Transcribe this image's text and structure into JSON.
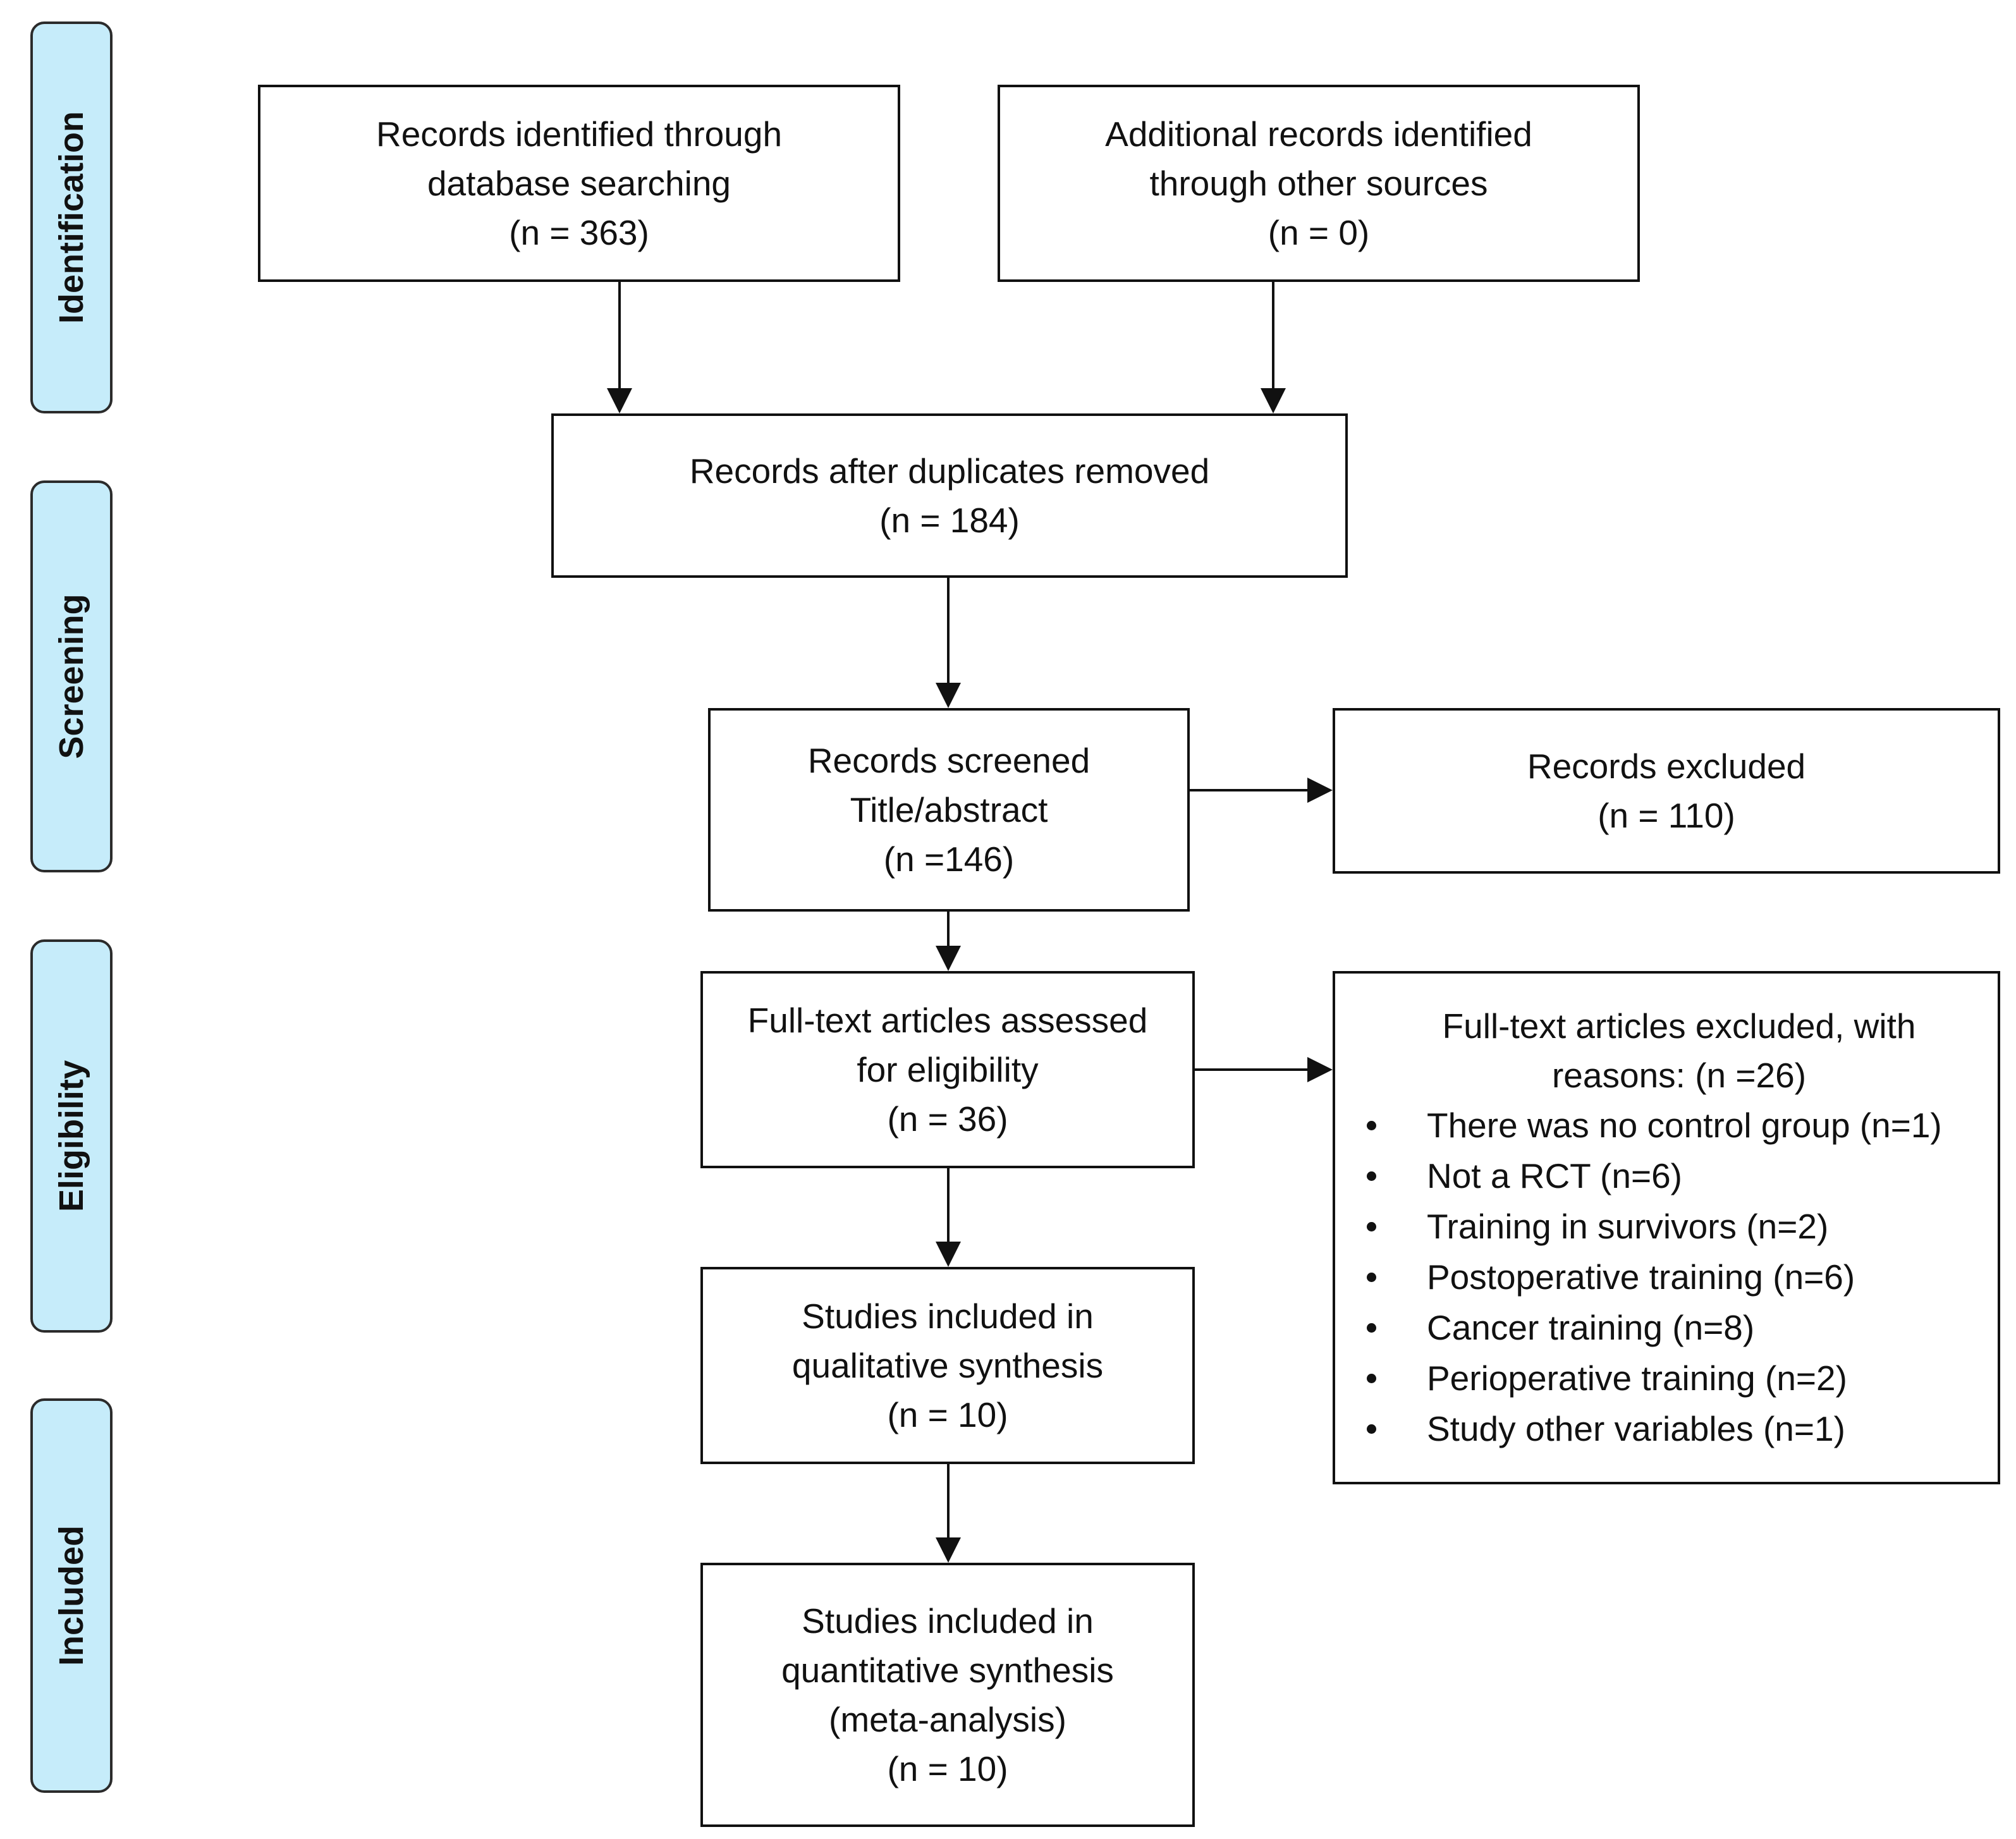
{
  "phases": {
    "identification": "Identification",
    "screening": "Screening",
    "eligibility": "Eligibility",
    "included": "Included"
  },
  "boxes": {
    "database_search": {
      "lines": [
        "Records identified through",
        "database searching",
        "(n = 363)"
      ]
    },
    "other_sources": {
      "lines": [
        "Additional records identified",
        "through other sources",
        "(n = 0)"
      ]
    },
    "duplicates_removed": {
      "lines": [
        "Records after duplicates removed",
        "(n = 184)"
      ]
    },
    "records_screened": {
      "lines": [
        "Records screened",
        "Title/abstract",
        "(n =146)"
      ]
    },
    "records_excluded": {
      "lines": [
        "Records excluded",
        "(n = 110)"
      ]
    },
    "fulltext_assessed": {
      "lines": [
        "Full-text articles assessed",
        "for eligibility",
        "(n = 36)"
      ]
    },
    "fulltext_excluded": {
      "lines": [
        "Full-text articles excluded, with",
        "reasons: (n =26)"
      ],
      "reasons": [
        "There was no control group (n=1)",
        "Not a RCT (n=6)",
        "Training in survivors (n=2)",
        "Postoperative training (n=6)",
        "Cancer training (n=8)",
        "Perioperative training (n=2)",
        "Study other variables (n=1)"
      ]
    },
    "qualitative": {
      "lines": [
        "Studies included in",
        "qualitative synthesis",
        "(n = 10)"
      ]
    },
    "quantitative": {
      "lines": [
        "Studies included in",
        "quantitative synthesis",
        "(meta-analysis)",
        "(n = 10)"
      ]
    }
  },
  "colors": {
    "phase_fill": "#c6ecfa",
    "border": "#111111"
  }
}
